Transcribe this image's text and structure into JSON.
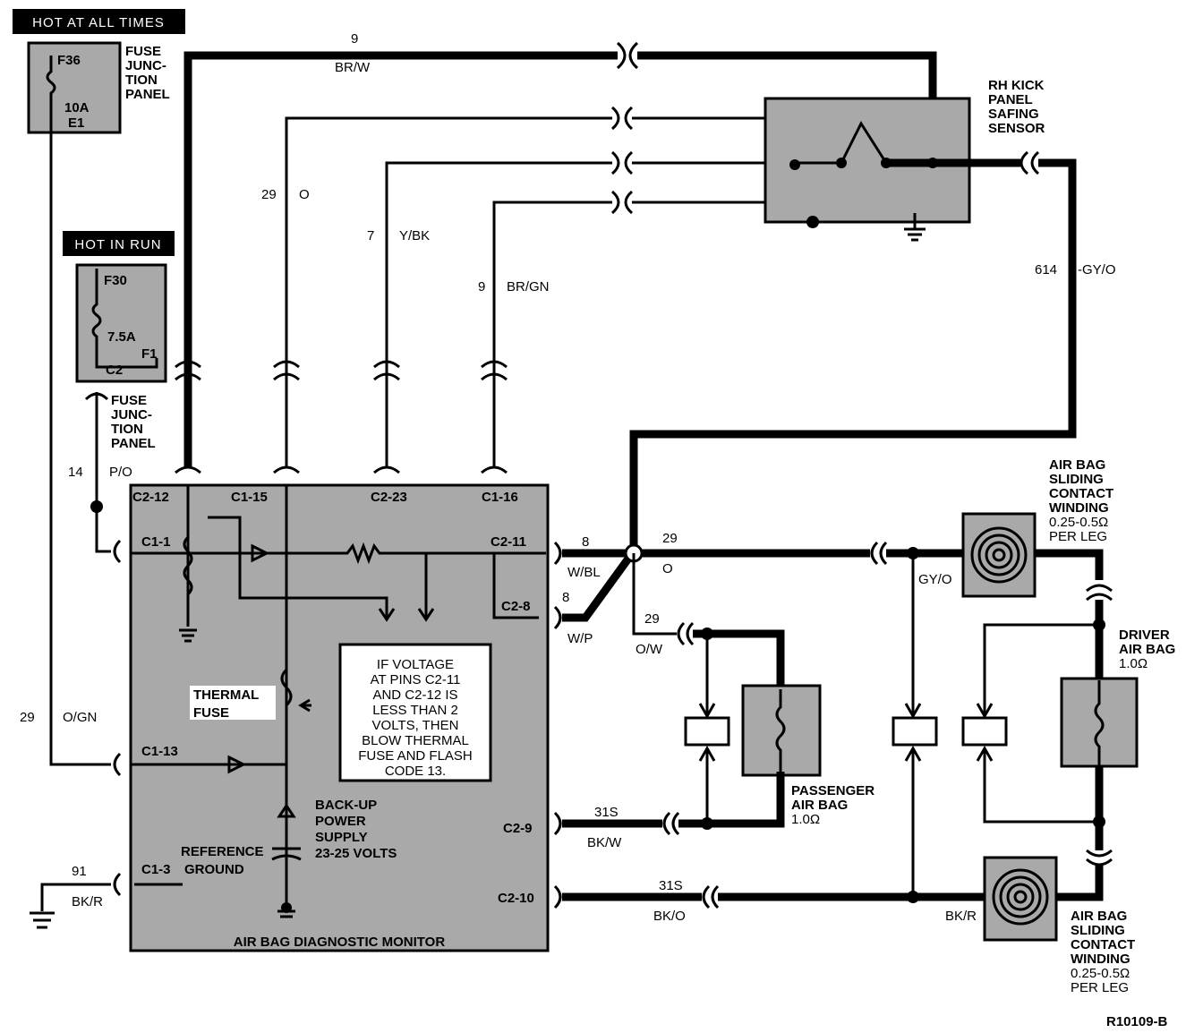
{
  "tags": {
    "hot_all": "HOT AT ALL TIMES",
    "hot_run": "HOT IN RUN"
  },
  "fuse1": {
    "id": "F36",
    "rating": "10A",
    "term": "E1",
    "label": [
      "FUSE",
      "JUNC-",
      "TION",
      "PANEL"
    ]
  },
  "fuse2": {
    "id": "F30",
    "rating": "7.5A",
    "term_f": "F1",
    "term_c": "C2",
    "label": [
      "FUSE",
      "JUNC-",
      "TION",
      "PANEL"
    ]
  },
  "wires": {
    "br_w_num": "9",
    "br_w_col": "BR/W",
    "o_num": "29",
    "o_col": "O",
    "ybk_num": "7",
    "ybk_col": "Y/BK",
    "brgn_num": "9",
    "brgn_col": "BR/GN",
    "gyo_num": "614",
    "gyo_col": "-GY/O",
    "po_num": "14",
    "po_col": "P/O",
    "ogn_num": "29",
    "ogn_col": "O/GN",
    "bkr_num": "91",
    "bkr_col": "BK/R",
    "wbl_num": "8",
    "wbl_col": "W/BL",
    "wp_num": "8",
    "wp_col": "W/P",
    "o2_num": "29",
    "o2_col": "O",
    "ow_num": "29",
    "ow_col": "O/W",
    "gyo2_col": "GY/O",
    "bkw_num": "31S",
    "bkw_col": "BK/W",
    "bko_num": "31S",
    "bko_col": "BK/O",
    "bkr2_col": "BK/R"
  },
  "sensor_label": [
    "RH KICK",
    "PANEL",
    "SAFING",
    "SENSOR"
  ],
  "monitor": {
    "title": "AIR BAG DIAGNOSTIC MONITOR",
    "pins": {
      "c2_12": "C2-12",
      "c1_15": "C1-15",
      "c2_23": "C2-23",
      "c1_16": "C1-16",
      "c1_1": "C1-1",
      "c2_11": "C2-11",
      "c2_8": "C2-8",
      "c1_13": "C1-13",
      "c2_9": "C2-9",
      "c2_10": "C2-10",
      "c1_3": "C1-3"
    },
    "thermal_fuse": [
      "THERMAL",
      "FUSE"
    ],
    "reference": "REFERENCE",
    "ground": "GROUND",
    "backup": [
      "BACK-UP",
      "POWER",
      "SUPPLY",
      "23-25 VOLTS"
    ],
    "note": [
      "IF VOLTAGE",
      "AT PINS C2-11",
      "AND C2-12 IS",
      "LESS THAN 2",
      "VOLTS, THEN",
      "BLOW THERMAL",
      "FUSE AND FLASH",
      "CODE 13."
    ]
  },
  "clock_top": [
    "AIR BAG",
    "SLIDING",
    "CONTACT",
    "WINDING",
    "0.25-0.5Ω",
    "PER LEG"
  ],
  "clock_bottom": [
    "AIR BAG",
    "SLIDING",
    "CONTACT",
    "WINDING",
    "0.25-0.5Ω",
    "PER LEG"
  ],
  "driver": [
    "DRIVER",
    "AIR BAG",
    "1.0Ω"
  ],
  "passenger": [
    "PASSENGER",
    "AIR BAG",
    "1.0Ω"
  ],
  "figure_id": "R10109-B"
}
